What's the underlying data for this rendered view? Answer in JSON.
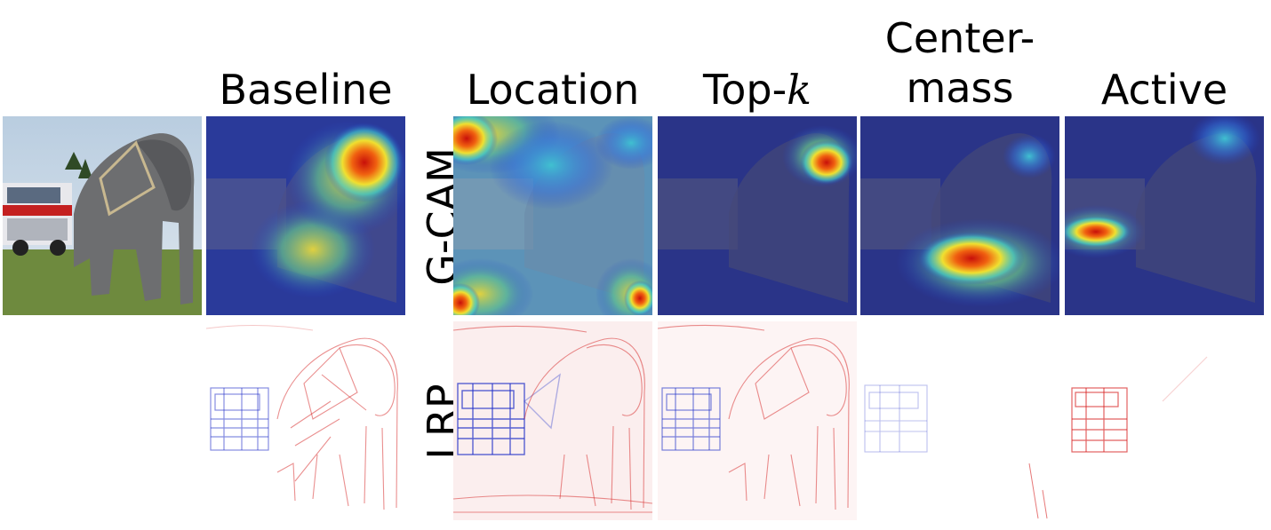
{
  "columns": [
    {
      "id": "baseline",
      "label": "Baseline"
    },
    {
      "id": "location",
      "label": "Location"
    },
    {
      "id": "topk",
      "label_prefix": "Top-",
      "label_math": "k"
    },
    {
      "id": "centermass",
      "label_line1": "Center-",
      "label_line2": "mass"
    },
    {
      "id": "active",
      "label": "Active"
    }
  ],
  "rows": [
    {
      "id": "gcam",
      "label": "G-CAM"
    },
    {
      "id": "lrp",
      "label": "LRP"
    }
  ],
  "colors": {
    "heatmap_low": "#1c2a9e",
    "heatmap_high": "#d61a0a",
    "lrp_positive": "#d62020",
    "lrp_negative": "#2030c8"
  }
}
